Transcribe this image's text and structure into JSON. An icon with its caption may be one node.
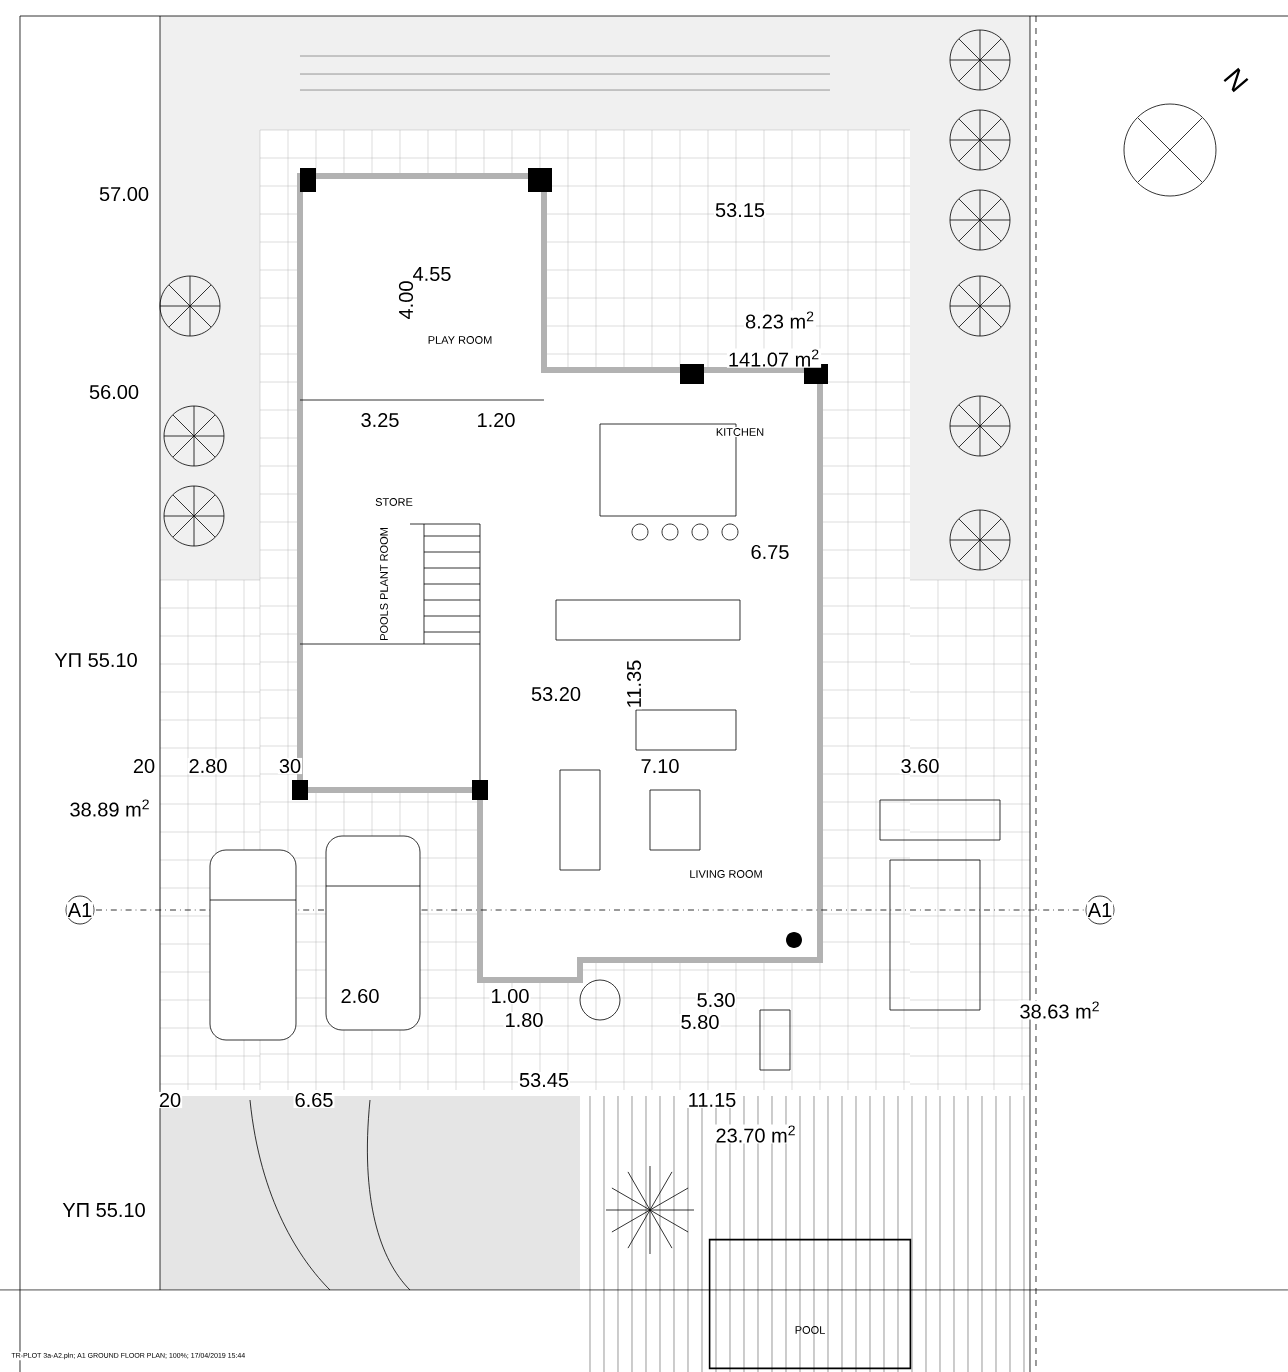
{
  "diagram": {
    "nodes": [
      {
        "text": [
          "PLAY ROOM"
        ]
      },
      {
        "text": [
          "STORE"
        ]
      },
      {
        "text": [
          "POOLS PLANT ROOM"
        ]
      },
      {
        "text": [
          "POOL"
        ]
      }
    ],
    "labels": [
      "N",
      "57.00",
      "56.00",
      "53.15",
      "8.23 m$^{2}$",
      "141.07 m$^{2}$",
      "4.55",
      "4.00",
      "3.25",
      "1.20",
      "KITCHEN",
      "6.75",
      "ΥΠ 55.10",
      "53.20",
      "11.35",
      "20",
      "2.80",
      "30",
      "7.10",
      "3.60",
      "38.89 m$^{2}$",
      "A1",
      "LIVING ROOM",
      "A1",
      "2.60",
      "1.00",
      "1.80",
      "5.30",
      "5.80",
      "38.63 m$^{2}$",
      "53.45",
      "20",
      "6.65",
      "11.15",
      "23.70 m$^{2}$",
      "ΥΠ 55.10",
      "TR-PLOT 3a-A2.pln; A1 GROUND FLOOR PLAN; 100%; 17/04/2019 15:44"
    ]
  }
}
